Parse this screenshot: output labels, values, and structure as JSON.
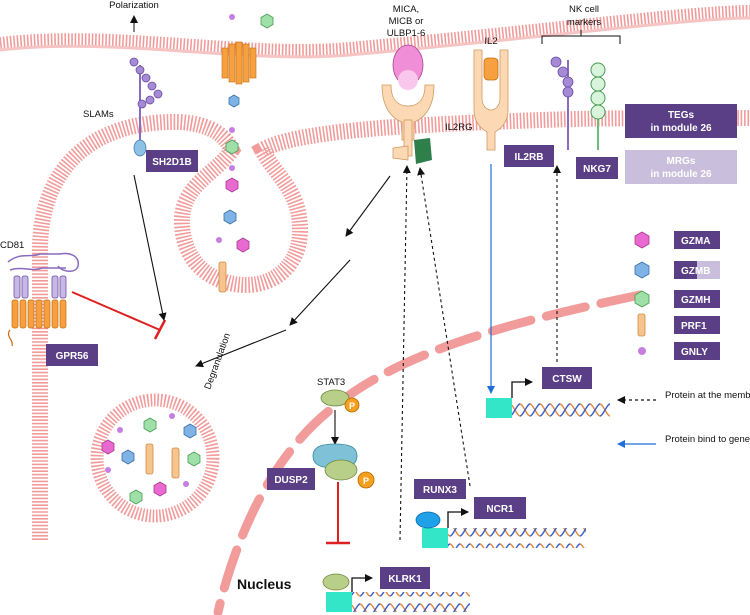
{
  "labels": {
    "polarization": "Polarization",
    "slams": "SLAMs",
    "ligands_line1": "MICA,",
    "ligands_line2": "MICB or",
    "ligands_line3": "ULBP1-6",
    "il2": "IL2",
    "il2rg": "IL2RG",
    "nk_markers_line1": "NK cell",
    "nk_markers_line2": "markers",
    "cd81": "CD81",
    "stat3": "STAT3",
    "p": "P",
    "degranulation": "Degranulation",
    "nucleus": "Nucleus"
  },
  "genes": {
    "sh2d1b": "SH2D1B",
    "il2rb": "IL2RB",
    "nkg7": "NKG7",
    "gpr56": "GPR56",
    "dusp2": "DUSP2",
    "runx3": "RUNX3",
    "ncr1": "NCR1",
    "klrk1": "KLRK1",
    "ctsw": "CTSW"
  },
  "legend": {
    "tegs_line1": "TEGs",
    "tegs_line2": "in module 26",
    "mrgs_line1": "MRGs",
    "mrgs_line2": "in module 26",
    "items": [
      {
        "name": "GZMA",
        "icon": "pink-hexagon-icon"
      },
      {
        "name": "GZMB",
        "icon": "blue-hexagon-icon"
      },
      {
        "name": "GZMH",
        "icon": "green-hexagon-icon"
      },
      {
        "name": "PRF1",
        "icon": "orange-bar-icon"
      },
      {
        "name": "GNLY",
        "icon": "purple-dot-icon"
      }
    ],
    "arrow_membrane": "Protein at the membrane",
    "arrow_promoter": "Protein bind to gene promoter"
  },
  "colors": {
    "teg": "#5b3f86",
    "mrg": "#c9bedb",
    "membrane": "#f29b9b",
    "gzma": "#e86ad0",
    "gzmb": "#7fb3e6",
    "gzmh": "#9fe0a8",
    "prf1": "#f6c48f",
    "gnly": "#c67fe0",
    "promoter": "#33e6c7",
    "blue_arrow": "#1f6fd6",
    "inhibit": "#e02020"
  }
}
